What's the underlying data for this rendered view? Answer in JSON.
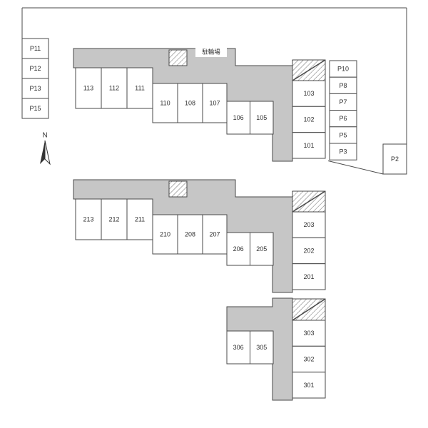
{
  "colors": {
    "background": "#ffffff",
    "corridor": "#c6c6c6",
    "line": "#4a4a4a",
    "text": "#333333"
  },
  "compass": {
    "label": "N"
  },
  "bicycle_parking": {
    "label": "駐輪場"
  },
  "parking": {
    "left_column": [
      "P11",
      "P12",
      "P13",
      "P15"
    ],
    "right_column": [
      "P10",
      "P8",
      "P7",
      "P6",
      "P5",
      "P3"
    ],
    "detached": "P2"
  },
  "floors": {
    "first": [
      "113",
      "112",
      "111",
      "110",
      "108",
      "107",
      "106",
      "105",
      "103",
      "102",
      "101"
    ],
    "second": [
      "213",
      "212",
      "211",
      "210",
      "208",
      "207",
      "206",
      "205",
      "203",
      "202",
      "201"
    ],
    "third": [
      "306",
      "305",
      "303",
      "302",
      "301"
    ]
  }
}
